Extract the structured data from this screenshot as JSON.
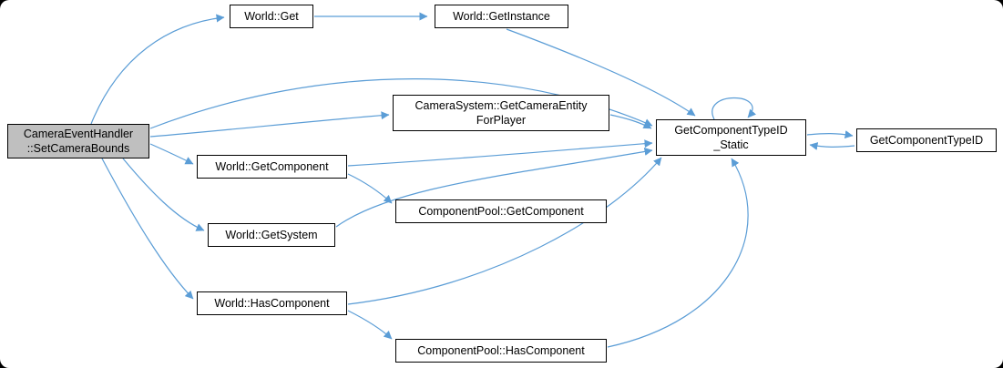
{
  "diagram": {
    "type": "doxygen-call-graph",
    "background_color": "#ffffff",
    "edge_color": "#5b9dd6",
    "node_fill": "#ffffff",
    "node_border": "#000000",
    "highlight_fill": "#bfbfbf",
    "nodes": {
      "set_camera_bounds": {
        "label": "CameraEventHandler\n::SetCameraBounds"
      },
      "world_get": {
        "label": "World::Get"
      },
      "world_get_instance": {
        "label": "World::GetInstance"
      },
      "get_camera_entity_for_player": {
        "label": "CameraSystem::GetCameraEntity\nForPlayer"
      },
      "world_get_component": {
        "label": "World::GetComponent"
      },
      "component_pool_get_component": {
        "label": "ComponentPool::GetComponent"
      },
      "world_get_system": {
        "label": "World::GetSystem"
      },
      "world_has_component": {
        "label": "World::HasComponent"
      },
      "component_pool_has_component": {
        "label": "ComponentPool::HasComponent"
      },
      "get_component_type_id_static": {
        "label": "GetComponentTypeID\n_Static"
      },
      "get_component_type_id": {
        "label": "GetComponentTypeID"
      }
    },
    "edges": [
      {
        "from": "set_camera_bounds",
        "to": "world_get"
      },
      {
        "from": "world_get",
        "to": "world_get_instance"
      },
      {
        "from": "world_get_instance",
        "to": "get_component_type_id_static"
      },
      {
        "from": "set_camera_bounds",
        "to": "get_component_type_id_static"
      },
      {
        "from": "set_camera_bounds",
        "to": "get_camera_entity_for_player"
      },
      {
        "from": "get_camera_entity_for_player",
        "to": "get_component_type_id_static"
      },
      {
        "from": "set_camera_bounds",
        "to": "world_get_component"
      },
      {
        "from": "world_get_component",
        "to": "component_pool_get_component"
      },
      {
        "from": "world_get_component",
        "to": "get_component_type_id_static"
      },
      {
        "from": "set_camera_bounds",
        "to": "world_get_system"
      },
      {
        "from": "world_get_system",
        "to": "get_component_type_id_static"
      },
      {
        "from": "set_camera_bounds",
        "to": "world_has_component"
      },
      {
        "from": "world_has_component",
        "to": "component_pool_has_component"
      },
      {
        "from": "world_has_component",
        "to": "get_component_type_id_static"
      },
      {
        "from": "component_pool_has_component",
        "to": "get_component_type_id_static"
      },
      {
        "from": "get_component_type_id_static",
        "to": "get_component_type_id_static"
      },
      {
        "from": "get_component_type_id_static",
        "to": "get_component_type_id"
      },
      {
        "from": "get_component_type_id",
        "to": "get_component_type_id_static"
      }
    ]
  }
}
